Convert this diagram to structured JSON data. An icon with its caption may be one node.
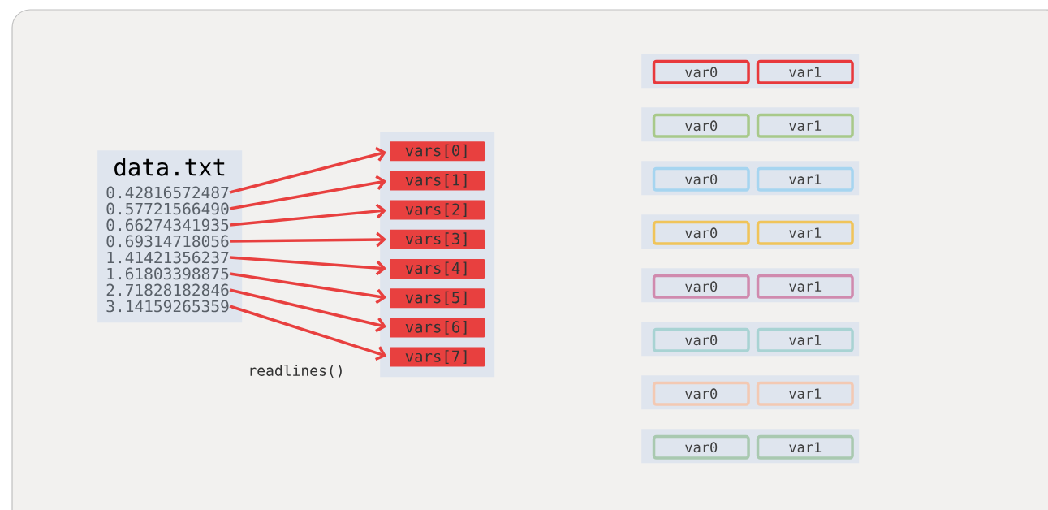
{
  "diagram": {
    "nodes": [
      {
        "text": [
          "data.txt"
        ]
      },
      {
        "text": [
          "0.42816572487"
        ],
        "in": 0
      },
      {
        "text": [
          "0.57721566490"
        ],
        "in": 0
      },
      {
        "text": [
          "0.66274341935"
        ],
        "in": 0
      },
      {
        "text": [
          "0.69314718056"
        ],
        "in": 0
      },
      {
        "text": [
          "1.41421356237"
        ],
        "in": 0
      },
      {
        "text": [
          "1.61803398875"
        ],
        "in": 0
      },
      {
        "text": [
          "2.71828182846"
        ],
        "in": 0
      },
      {
        "text": [
          "3.14159265359"
        ],
        "in": 0
      },
      {
        "text": [],
        "shape": "box"
      },
      {
        "text": [
          "vars[0]"
        ],
        "in": 9
      },
      {
        "text": [
          "vars[1]"
        ],
        "in": 9
      },
      {
        "text": [
          "vars[2]"
        ],
        "in": 9
      },
      {
        "text": [
          "vars[3]"
        ],
        "in": 9
      },
      {
        "text": [
          "vars[4]"
        ],
        "in": 9
      },
      {
        "text": [
          "vars[5]"
        ],
        "in": 9
      },
      {
        "text": [
          "vars[6]"
        ],
        "in": 9
      },
      {
        "text": [
          "vars[7]"
        ],
        "in": 9
      },
      {
        "text": [],
        "shape": "box"
      },
      {
        "text": [
          "var0"
        ],
        "in": 18
      },
      {
        "text": [
          "var1"
        ],
        "in": 18
      },
      {
        "text": [],
        "shape": "box"
      },
      {
        "text": [
          "var0"
        ],
        "in": 21
      },
      {
        "text": [
          "var1"
        ],
        "in": 21
      },
      {
        "text": [],
        "shape": "box"
      },
      {
        "text": [
          "var0"
        ],
        "in": 24
      },
      {
        "text": [
          "var1"
        ],
        "in": 24
      },
      {
        "text": [],
        "shape": "box"
      },
      {
        "text": [
          "var0"
        ],
        "in": 27
      },
      {
        "text": [
          "var1"
        ],
        "in": 27
      },
      {
        "text": [],
        "shape": "box"
      },
      {
        "text": [
          "var0"
        ],
        "in": 30
      },
      {
        "text": [
          "var1"
        ],
        "in": 30
      },
      {
        "text": [],
        "shape": "box"
      },
      {
        "text": [
          "var0"
        ],
        "in": 33
      },
      {
        "text": [
          "var1"
        ],
        "in": 33
      },
      {
        "text": [],
        "shape": "box"
      },
      {
        "text": [
          "var0"
        ],
        "in": 36
      },
      {
        "text": [
          "var1"
        ],
        "in": 36
      },
      {
        "text": [],
        "shape": "box"
      },
      {
        "text": [
          "var0"
        ],
        "in": 39
      },
      {
        "text": [
          "var1"
        ],
        "in": 39
      }
    ],
    "edges": [
      {
        "from": 1,
        "to": 10,
        "arrow": "to"
      },
      {
        "from": 2,
        "to": 11,
        "arrow": "to"
      },
      {
        "from": 3,
        "to": 12,
        "arrow": "to"
      },
      {
        "from": 4,
        "to": 13,
        "arrow": "to"
      },
      {
        "from": 5,
        "to": 14,
        "arrow": "to"
      },
      {
        "from": 6,
        "to": 15,
        "arrow": "to"
      },
      {
        "from": 7,
        "to": 16,
        "arrow": "to"
      },
      {
        "from": 8,
        "to": 17,
        "arrow": "to"
      }
    ],
    "labels": [
      "readlines()"
    ]
  }
}
